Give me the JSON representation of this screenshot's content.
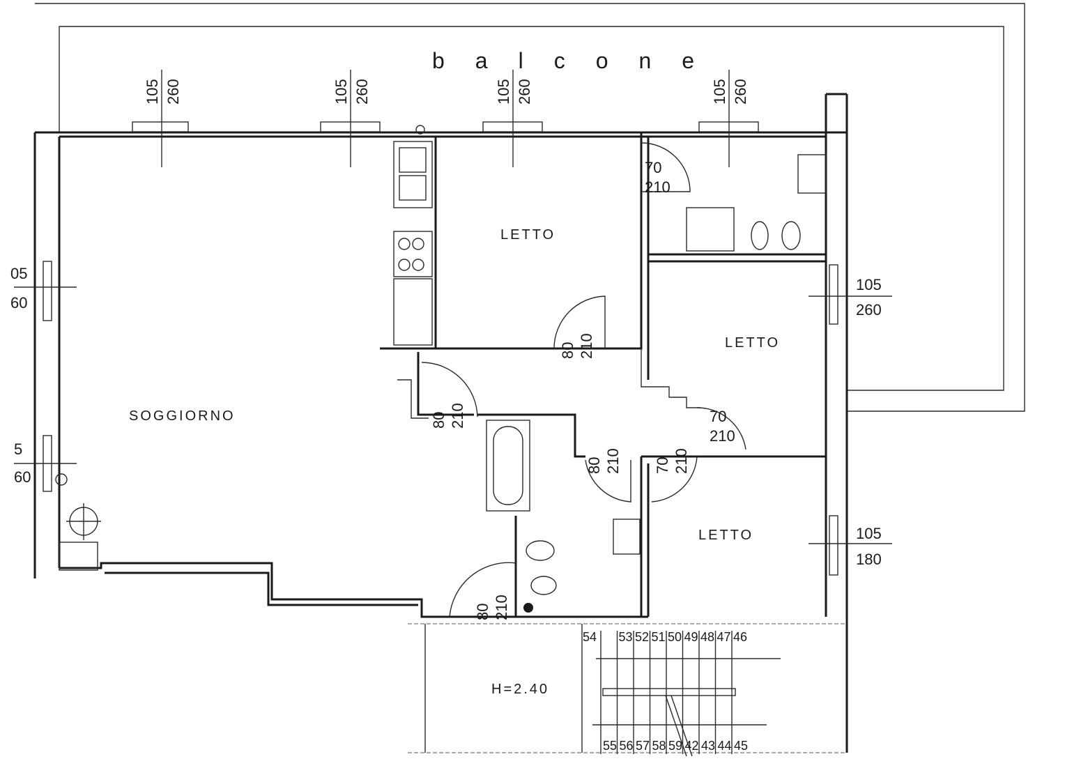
{
  "title": "balcone",
  "rooms": {
    "living": "SOGGIORNO",
    "bedroom_1": "LETTO",
    "bedroom_2": "LETTO",
    "bedroom_3": "LETTO",
    "stair_height": "H=2.40"
  },
  "windows": [
    {
      "width": "105",
      "height": "260"
    },
    {
      "width": "105",
      "height": "260"
    },
    {
      "width": "105",
      "height": "260"
    },
    {
      "width": "105",
      "height": "260"
    },
    {
      "width": "105",
      "height": "260"
    },
    {
      "width": "105",
      "height": "180"
    },
    {
      "width": "05",
      "height": "60"
    },
    {
      "width": "5",
      "height": "60"
    }
  ],
  "doors": [
    {
      "width": "70",
      "height": "210"
    },
    {
      "width": "80",
      "height": "210"
    },
    {
      "width": "80",
      "height": "210"
    },
    {
      "width": "70",
      "height": "210"
    },
    {
      "width": "80",
      "height": "210"
    },
    {
      "width": "70",
      "height": "210"
    },
    {
      "width": "80",
      "height": "210"
    }
  ],
  "stair_steps_top": [
    "54",
    "53",
    "52",
    "51",
    "50",
    "49",
    "48",
    "47",
    "46"
  ],
  "stair_steps_bottom": [
    "55",
    "56",
    "57",
    "58",
    "59",
    "42",
    "43",
    "44",
    "45"
  ]
}
